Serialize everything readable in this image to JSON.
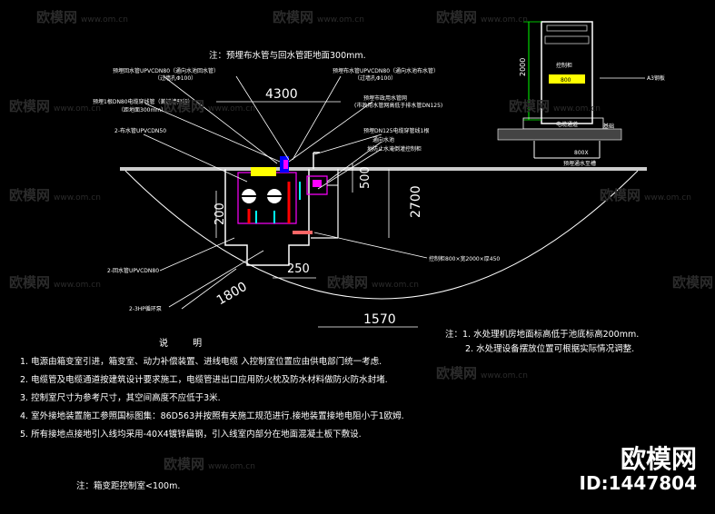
{
  "watermark": {
    "text": "欧模网",
    "url": "www.om.cn"
  },
  "note_top": "注：预埋布水管与回水管距地面300mm.",
  "labels": {
    "return_pipe": "预埋回水管UPVCDN80（通向水池回水管）",
    "return_sleeve": "（过墙孔Φ100）",
    "conduit": "预埋1根DN80电缆穿线管（兼过墙预留）",
    "conduit_depth": "（距地面300mm）",
    "inlet_2": "2-布水管UPVCDN50",
    "supply_pipe": "预埋布水管UPVCDN80（通向水池布水管）",
    "supply_sleeve": "（过墙孔Φ100）",
    "fill_pipe": "预埋市政用水管网",
    "fill_note": "(市政用水管网高低于排水管DN125)",
    "cable_conduit": "预埋DN125电缆穿管线1根",
    "to_pool": "通向水池",
    "pool_note": "地防止水淹倒灌控制柜",
    "cabinet_size": "控制柜800×宽2000×厚450",
    "outlet_2": "2-回水管UPVCDN80",
    "pump": "2-3HP循环泵",
    "control_cabinet": "控制柜",
    "cabinet_800": "800",
    "angle_steel": "A3钢板",
    "cable_trench": "电缆通道",
    "base": "基础",
    "base_size": "800X",
    "trench_note": "预埋通水至槽"
  },
  "dims": {
    "d4300": "4300",
    "d500": "500",
    "d2700": "2700",
    "d200": "200",
    "d250": "250",
    "d1800": "1800",
    "d1570": "1570",
    "d2000": "2000"
  },
  "right_notes": [
    "注：1. 水处理机房地面标高低于池底标高200mm.",
    "2. 水处理设备摆放位置可根据实际情况调整."
  ],
  "explain_title": "说 明",
  "explanations": [
    "1. 电源由箱变室引进，箱变室、动力补偿装置、进线电缆 入控制室位置应由供电部门统一考虑.",
    "2. 电缆管及电缆通道按建筑设计要求施工，电缆管进出口应用防火枕及防水材料做防火防水封堵.",
    "3. 控制室尺寸为参考尺寸，其空间高度不应低于3米.",
    "4. 室外接地装置施工参照国标图集：86D563并按照有关施工规范进行.接地装置接地电阻小于1欧姆.",
    "5. 所有接地点接地引入线均采用-40X4镀锌扁钢，引入线室内部分在地面混凝土板下敷设."
  ],
  "bottom_note": "注：箱变距控制室<100m.",
  "brand": {
    "name": "欧模网",
    "id": "ID:1447804"
  }
}
